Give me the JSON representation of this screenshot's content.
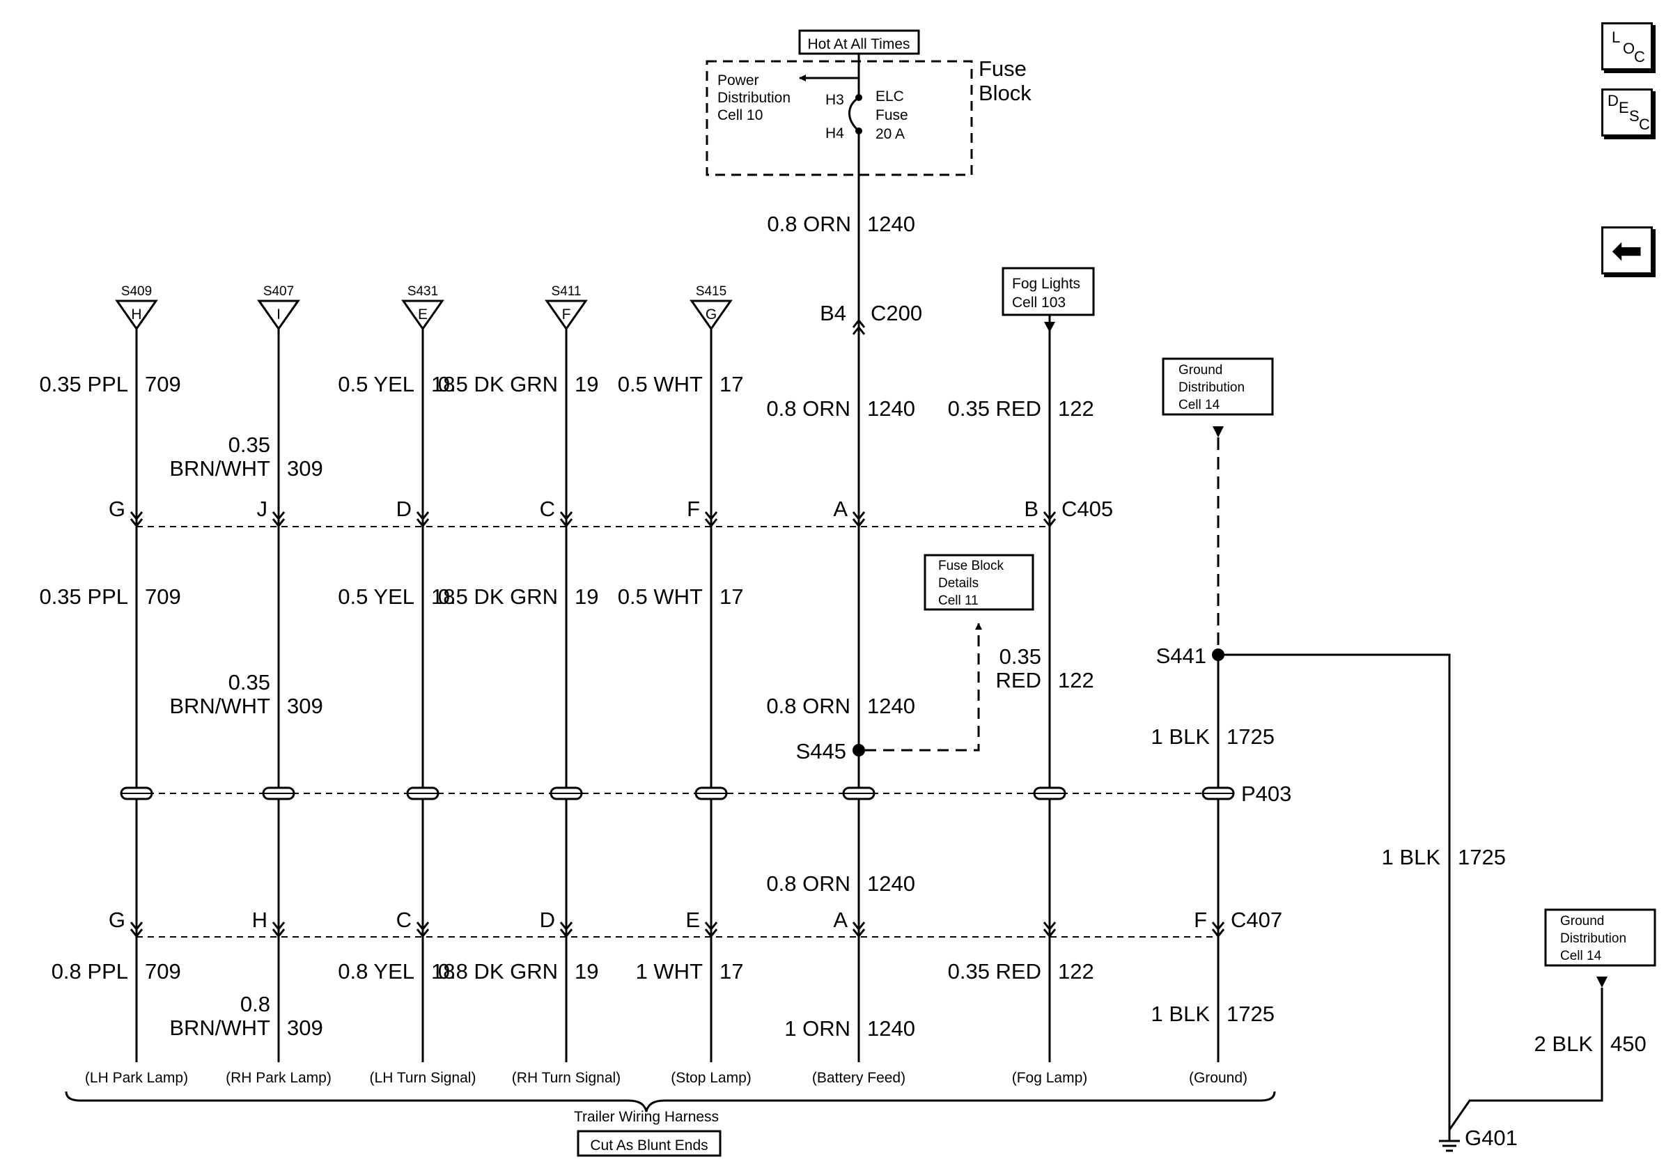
{
  "nav": {
    "loc": [
      "L",
      "O",
      "C"
    ],
    "desc": [
      "D",
      "E",
      "S",
      "C"
    ],
    "back_glyph": "⬅"
  },
  "fuse": {
    "hot": "Hot At All Times",
    "power_dist": [
      "Power",
      "Distribution",
      "Cell 10"
    ],
    "h3": "H3",
    "h4": "H4",
    "name": [
      "ELC",
      "Fuse",
      "20 A"
    ],
    "block": [
      "Fuse",
      "Block"
    ]
  },
  "c200": {
    "pin": "B4",
    "name": "C200"
  },
  "c405": "C405",
  "c407": "C407",
  "p403": "P403",
  "g401": "G401",
  "boxes": {
    "fog": [
      "Fog Lights",
      "Cell 103"
    ],
    "ground1": [
      "Ground",
      "Distribution",
      "Cell 14"
    ],
    "fuse_details": [
      "Fuse Block",
      "Details",
      "Cell 11"
    ],
    "ground2": [
      "Ground",
      "Distribution",
      "Cell 14"
    ]
  },
  "splices": {
    "s445": "S445",
    "s441": "S441"
  },
  "wire_top": {
    "size": "0.8 ORN",
    "circuit": "1240"
  },
  "columns": [
    {
      "splice": "S409",
      "letter": "H",
      "c405_pin": "G",
      "c407_pin": "G",
      "upper": {
        "size": [
          "0.35 PPL"
        ],
        "circuit": "709"
      },
      "middle": {
        "size": [
          "0.35 PPL"
        ],
        "circuit": "709"
      },
      "lower": {
        "size": [
          "0.8 PPL"
        ],
        "circuit": "709"
      },
      "function": "(LH Park Lamp)"
    },
    {
      "splice": "S407",
      "letter": "I",
      "c405_pin": "J",
      "c407_pin": "H",
      "upper": {
        "size": [
          "0.35",
          "BRN/WHT"
        ],
        "circuit": "309"
      },
      "middle": {
        "size": [
          "0.35",
          "BRN/WHT"
        ],
        "circuit": "309"
      },
      "lower": {
        "size": [
          "0.8",
          "BRN/WHT"
        ],
        "circuit": "309"
      },
      "function": "(RH Park Lamp)"
    },
    {
      "splice": "S431",
      "letter": "E",
      "c405_pin": "D",
      "c407_pin": "C",
      "upper": {
        "size": [
          "0.5 YEL"
        ],
        "circuit": "18"
      },
      "middle": {
        "size": [
          "0.5 YEL"
        ],
        "circuit": "18"
      },
      "lower": {
        "size": [
          "0.8 YEL"
        ],
        "circuit": "18"
      },
      "function": "(LH Turn Signal)"
    },
    {
      "splice": "S411",
      "letter": "F",
      "c405_pin": "C",
      "c407_pin": "D",
      "upper": {
        "size": [
          "0.5 DK GRN"
        ],
        "circuit": "19"
      },
      "middle": {
        "size": [
          "0.5 DK GRN"
        ],
        "circuit": "19"
      },
      "lower": {
        "size": [
          "0.8 DK GRN"
        ],
        "circuit": "19"
      },
      "function": "(RH Turn Signal)"
    },
    {
      "splice": "S415",
      "letter": "G",
      "c405_pin": "F",
      "c407_pin": "E",
      "upper": {
        "size": [
          "0.5 WHT"
        ],
        "circuit": "17"
      },
      "middle": {
        "size": [
          "0.5 WHT"
        ],
        "circuit": "17"
      },
      "lower": {
        "size": [
          "1 WHT"
        ],
        "circuit": "17"
      },
      "function": "(Stop Lamp)"
    },
    {
      "c405_pin": "A",
      "c407_pin": "A",
      "upper": {
        "size": [
          "0.8 ORN"
        ],
        "circuit": "1240"
      },
      "middle": {
        "size": [
          "0.8 ORN"
        ],
        "circuit": "1240"
      },
      "pre": {
        "size": [
          "0.8 ORN"
        ],
        "circuit": "1240"
      },
      "lower": {
        "size": [
          "1 ORN"
        ],
        "circuit": "1240"
      },
      "function": "(Battery Feed)"
    },
    {
      "c405_pin": "B",
      "c407_pin": "",
      "upper": {
        "size": [
          "0.35 RED"
        ],
        "circuit": "122"
      },
      "middle": {
        "size": [
          "0.35",
          "RED"
        ],
        "circuit": "122"
      },
      "lower": {
        "size": [
          "0.35 RED"
        ],
        "circuit": "122"
      },
      "function": "(Fog Lamp)"
    },
    {
      "c407_pin": "F",
      "middle": {
        "size": [
          "1 BLK"
        ],
        "circuit": "1725"
      },
      "lower": {
        "size": [
          "1 BLK"
        ],
        "circuit": "1725"
      },
      "function": "(Ground)"
    }
  ],
  "ground_run": {
    "size": "1 BLK",
    "circuit": "1725"
  },
  "ground2_wire": {
    "size": "2 BLK",
    "circuit": "450"
  },
  "harness": {
    "label": "Trailer Wiring Harness",
    "note": "Cut As Blunt Ends"
  }
}
